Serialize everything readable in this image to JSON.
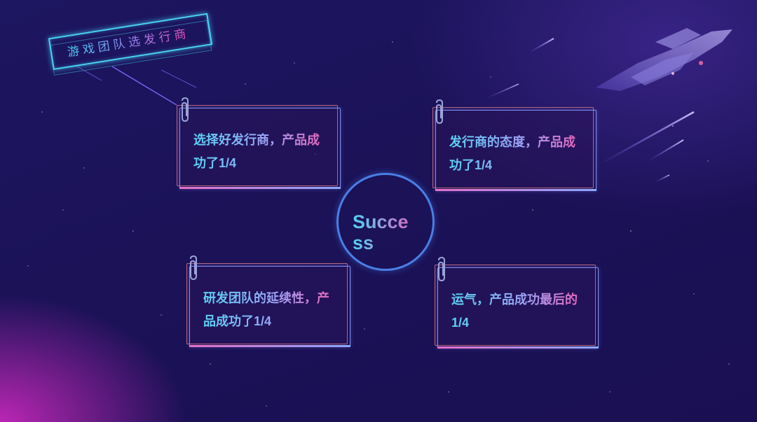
{
  "slide": {
    "title": "游戏团队选发行商",
    "center_label": "Success",
    "cards": [
      {
        "text": "选择好发行商，产品成功了1/4"
      },
      {
        "text": "发行商的态度，产品成功了1/4"
      },
      {
        "text": "研发团队的延续性，产品成功了1/4"
      },
      {
        "text": "运气，产品成功最后的1/4"
      }
    ]
  },
  "colors": {
    "background": "#1b1258",
    "accent_cyan": "#49d3f2",
    "accent_pink": "#f24fb8",
    "circle_border": "#4a7fe6",
    "glow_magenta": "#d62ac4"
  },
  "icons": [
    "paperclip-icon",
    "spaceship-illustration"
  ]
}
